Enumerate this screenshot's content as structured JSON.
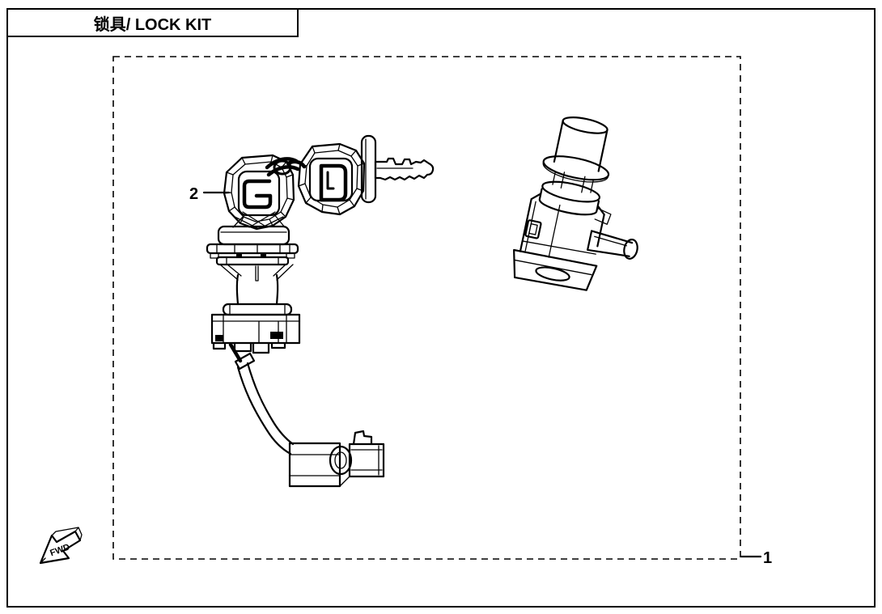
{
  "title": {
    "text": "锁具/ LOCK KIT"
  },
  "colors": {
    "background": "#ffffff",
    "ink": "#000000"
  },
  "callouts": {
    "part1": {
      "label": "1"
    },
    "part2": {
      "label": "2"
    }
  },
  "orientation_marker": {
    "label": "FWD"
  },
  "diagram": {
    "components": [
      "key-pair-with-ring",
      "ignition-lock-cylinder",
      "wire-harness-connector",
      "steering-lock-actuator"
    ]
  }
}
